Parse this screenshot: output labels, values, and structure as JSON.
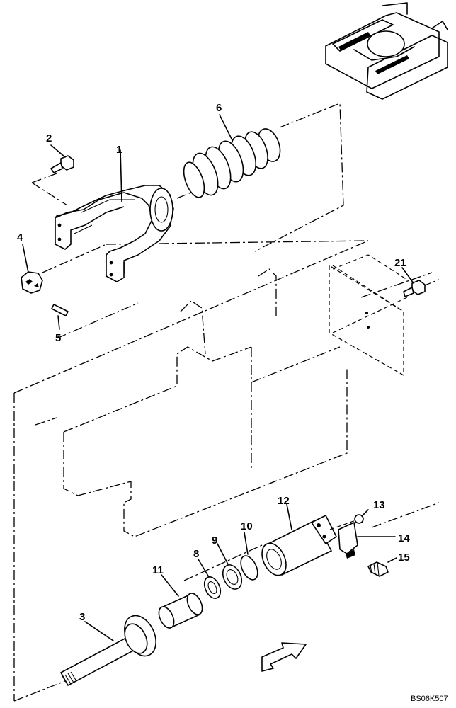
{
  "drawing_code": "BS06K507",
  "callouts": {
    "c1": "1",
    "c2": "2",
    "c3": "3",
    "c4": "4",
    "c5": "5",
    "c6": "6",
    "c8": "8",
    "c9": "9",
    "c10": "10",
    "c11": "11",
    "c12": "12",
    "c13": "13",
    "c14": "14",
    "c15": "15",
    "c21": "21"
  }
}
